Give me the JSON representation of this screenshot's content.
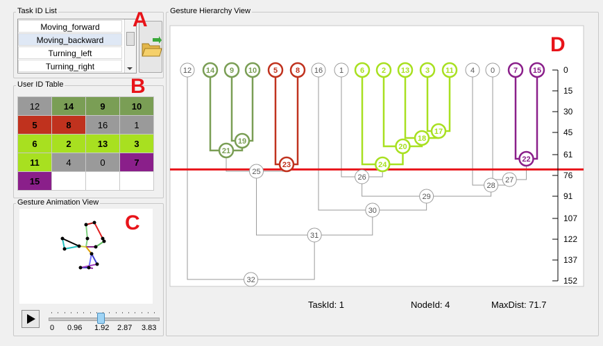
{
  "panels": {
    "task_list_title": "Task ID List",
    "user_table_title": "User ID Table",
    "animation_title": "Gesture Animation View",
    "hierarchy_title": "Gesture Hierarchy View"
  },
  "labels": {
    "a": "A",
    "b": "B",
    "c": "C",
    "d": "D"
  },
  "task_list": {
    "items": [
      "Moving_forward",
      "Moving_backward",
      "Turning_left",
      "Turning_right"
    ],
    "selected_index": 1
  },
  "user_table": {
    "rows": [
      [
        {
          "v": "12",
          "c": "#9a9a9a",
          "b": false
        },
        {
          "v": "14",
          "c": "#7a9e55",
          "b": true
        },
        {
          "v": "9",
          "c": "#7a9e55",
          "b": true
        },
        {
          "v": "10",
          "c": "#7a9e55",
          "b": true
        }
      ],
      [
        {
          "v": "5",
          "c": "#c0321e",
          "b": true
        },
        {
          "v": "8",
          "c": "#c0321e",
          "b": true
        },
        {
          "v": "16",
          "c": "#9a9a9a",
          "b": false
        },
        {
          "v": "1",
          "c": "#9a9a9a",
          "b": false
        }
      ],
      [
        {
          "v": "6",
          "c": "#a8e020",
          "b": true
        },
        {
          "v": "2",
          "c": "#a8e020",
          "b": true
        },
        {
          "v": "13",
          "c": "#a8e020",
          "b": true
        },
        {
          "v": "3",
          "c": "#a8e020",
          "b": true
        }
      ],
      [
        {
          "v": "11",
          "c": "#a8e020",
          "b": true
        },
        {
          "v": "4",
          "c": "#9a9a9a",
          "b": false
        },
        {
          "v": "0",
          "c": "#9a9a9a",
          "b": false
        },
        {
          "v": "7",
          "c": "#8a1f8a",
          "b": true
        }
      ],
      [
        {
          "v": "15",
          "c": "#8a1f8a",
          "b": true
        },
        {
          "v": "",
          "c": "#ffffff",
          "b": false
        },
        {
          "v": "",
          "c": "#ffffff",
          "b": false
        },
        {
          "v": "",
          "c": "#ffffff",
          "b": false
        }
      ]
    ]
  },
  "slider": {
    "ticks": [
      "0",
      "0.96",
      "1.92",
      "2.87",
      "3.83"
    ],
    "value": 1.92
  },
  "hierarchy": {
    "axis_ticks": [
      "0",
      "15",
      "30",
      "45",
      "61",
      "76",
      "91",
      "107",
      "122",
      "137",
      "152"
    ],
    "cut_value": 71.7,
    "leaves": [
      {
        "id": "12",
        "color": "#9a9a9a"
      },
      {
        "id": "14",
        "color": "#7a9e55"
      },
      {
        "id": "9",
        "color": "#7a9e55"
      },
      {
        "id": "10",
        "color": "#7a9e55"
      },
      {
        "id": "5",
        "color": "#c0321e"
      },
      {
        "id": "8",
        "color": "#c0321e"
      },
      {
        "id": "16",
        "color": "#9a9a9a"
      },
      {
        "id": "1",
        "color": "#9a9a9a"
      },
      {
        "id": "6",
        "color": "#a8e020"
      },
      {
        "id": "2",
        "color": "#a8e020"
      },
      {
        "id": "13",
        "color": "#a8e020"
      },
      {
        "id": "3",
        "color": "#a8e020"
      },
      {
        "id": "11",
        "color": "#a8e020"
      },
      {
        "id": "4",
        "color": "#9a9a9a"
      },
      {
        "id": "0",
        "color": "#9a9a9a"
      },
      {
        "id": "7",
        "color": "#8a1f8a"
      },
      {
        "id": "15",
        "color": "#8a1f8a"
      }
    ],
    "internal_nodes": [
      {
        "id": "19",
        "height": 51,
        "color": "#7a9e55"
      },
      {
        "id": "21",
        "height": 58,
        "color": "#7a9e55"
      },
      {
        "id": "23",
        "height": 68,
        "color": "#c0321e"
      },
      {
        "id": "25",
        "height": 73,
        "color": "#9a9a9a"
      },
      {
        "id": "17",
        "height": 44,
        "color": "#a8e020"
      },
      {
        "id": "18",
        "height": 49,
        "color": "#a8e020"
      },
      {
        "id": "20",
        "height": 55,
        "color": "#a8e020"
      },
      {
        "id": "24",
        "height": 68,
        "color": "#a8e020"
      },
      {
        "id": "26",
        "height": 77,
        "color": "#9a9a9a"
      },
      {
        "id": "22",
        "height": 64,
        "color": "#8a1f8a"
      },
      {
        "id": "27",
        "height": 79,
        "color": "#9a9a9a"
      },
      {
        "id": "28",
        "height": 83,
        "color": "#9a9a9a"
      },
      {
        "id": "29",
        "height": 91,
        "color": "#9a9a9a"
      },
      {
        "id": "30",
        "height": 101,
        "color": "#9a9a9a"
      },
      {
        "id": "31",
        "height": 119,
        "color": "#9a9a9a"
      },
      {
        "id": "32",
        "height": 151,
        "color": "#9a9a9a"
      }
    ],
    "status": {
      "task_id": "TaskId: 1",
      "node_id": "NodeId: 4",
      "max_dist": "MaxDist: 71.7"
    }
  }
}
